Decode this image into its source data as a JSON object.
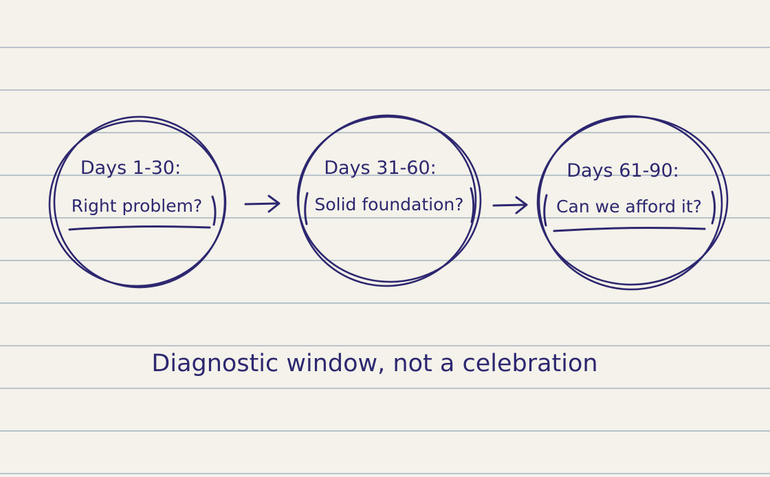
{
  "stages": [
    {
      "period": "Days 1-30:",
      "question": "Right problem?"
    },
    {
      "period": "Days 31-60:",
      "question": "Solid foundation?"
    },
    {
      "period": "Days 61-90:",
      "question": "Can we afford it?"
    }
  ],
  "caption": "Diagnostic window, not a celebration",
  "colors": {
    "ink": "#2d2770",
    "paper": "#f4f2ea",
    "rule": "#b9c3cc"
  }
}
